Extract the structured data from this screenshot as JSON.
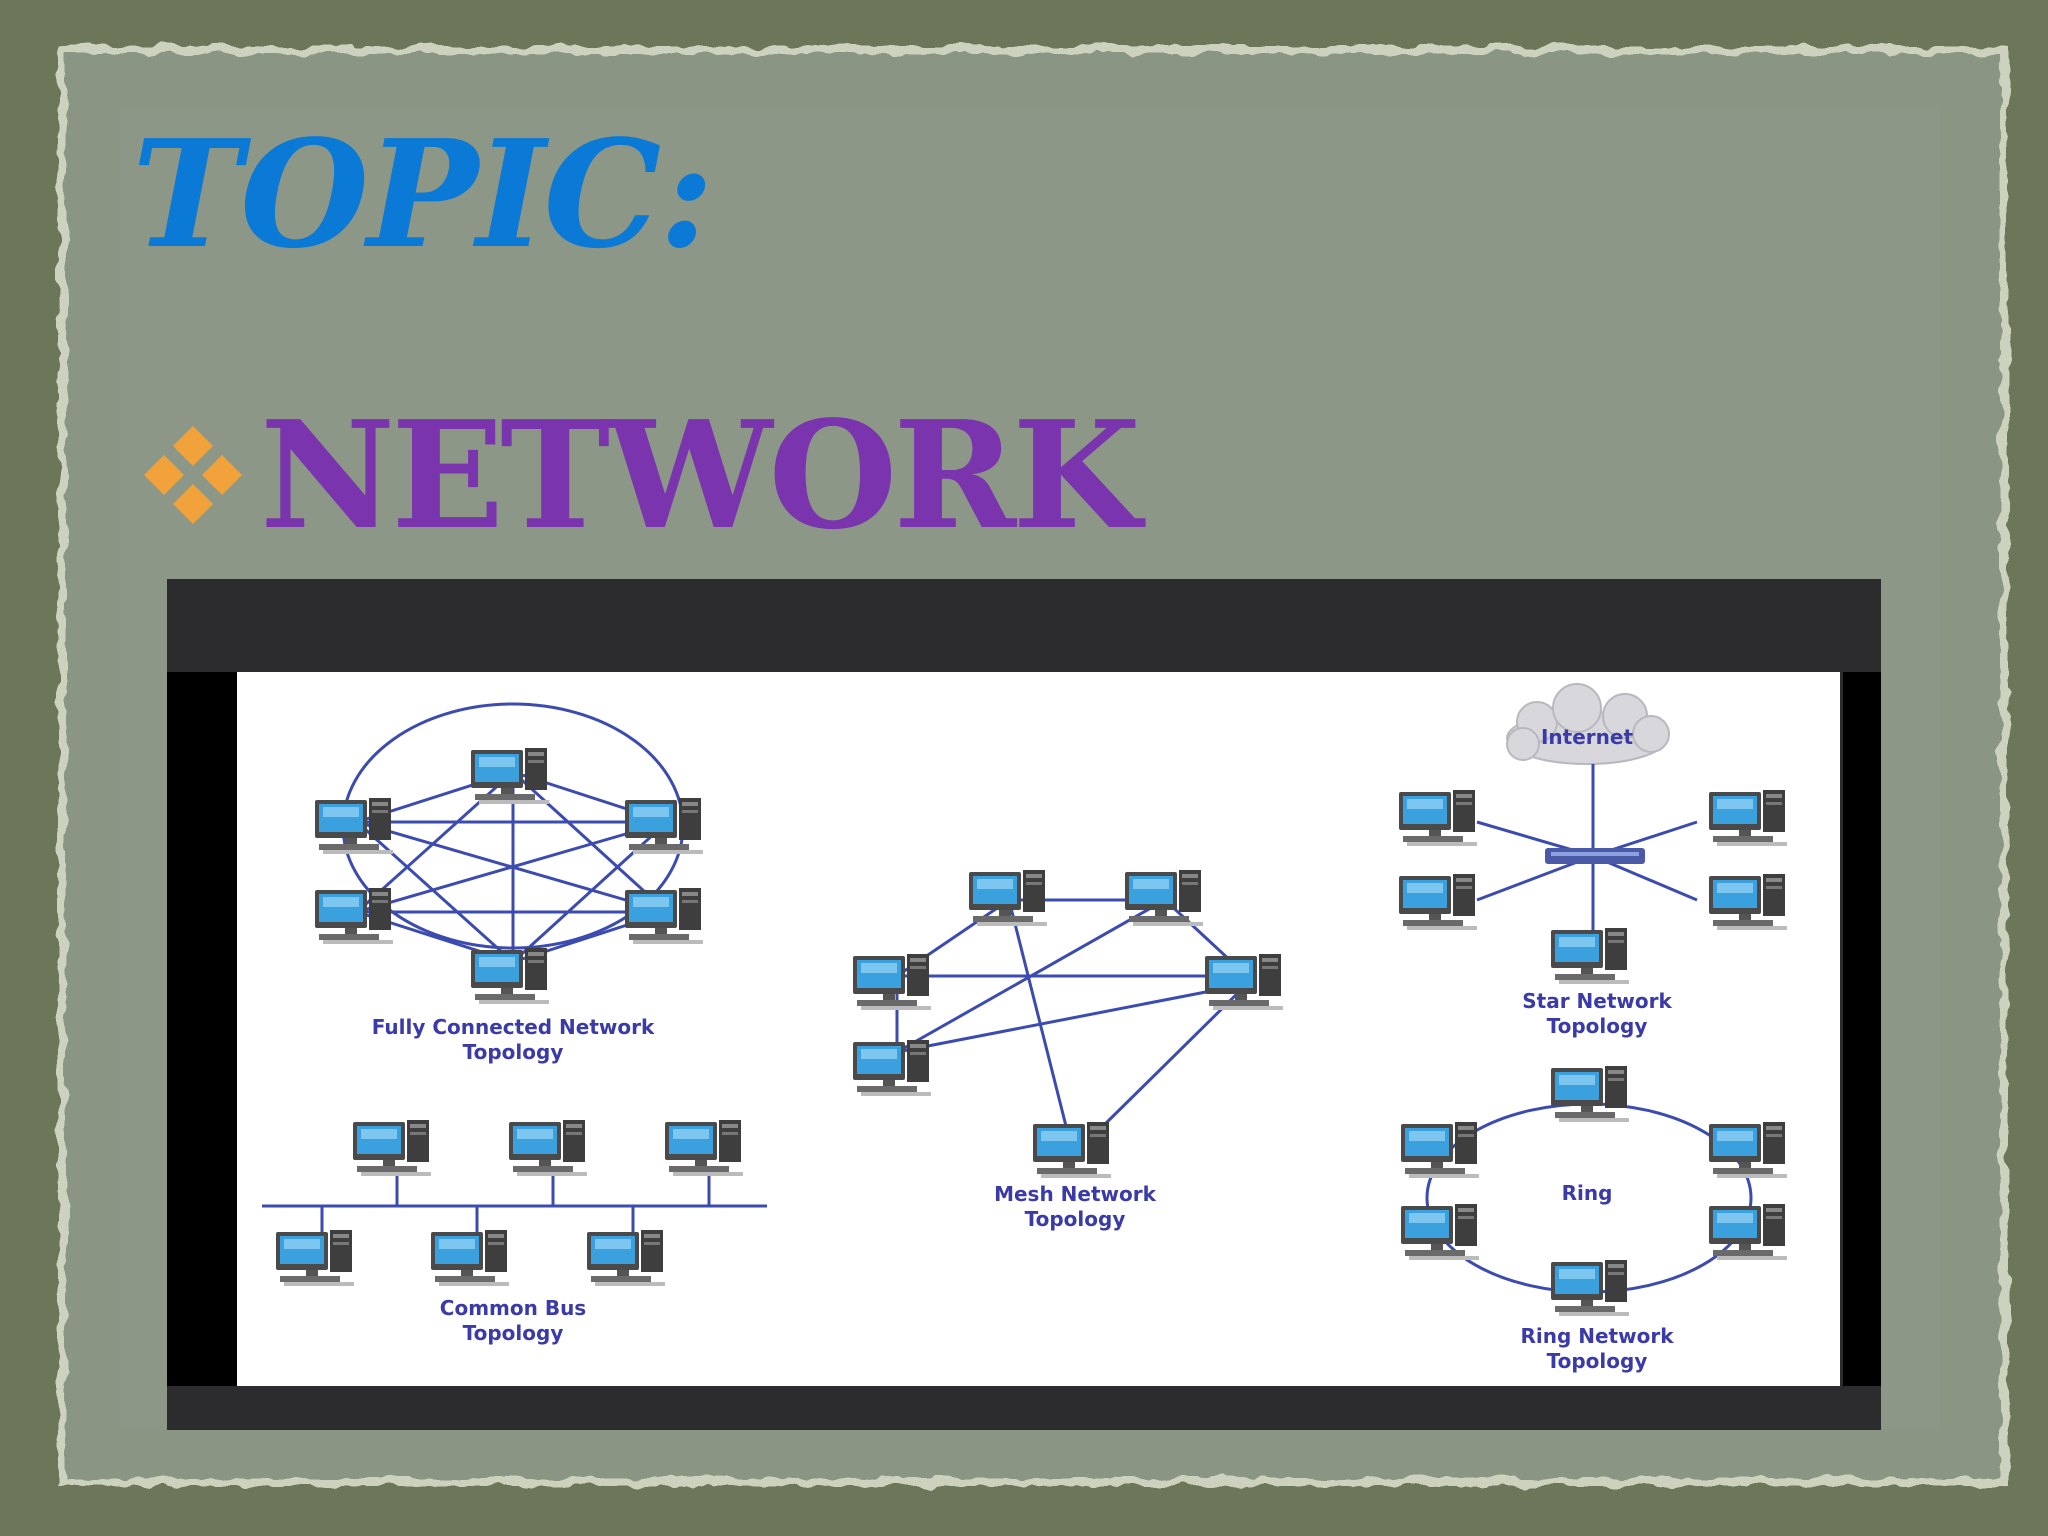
{
  "slide": {
    "title": "TOPIC:",
    "bullet_text": "NETWORK",
    "colors": {
      "title": "#0a7ad6",
      "bullet_text": "#7a34ad",
      "bullet_icon": "#f2a23a",
      "diagram_line": "#3b4bb0",
      "label": "#3a3aa8"
    },
    "bullet_icon": "four-diamond-bullet-icon"
  },
  "diagram": {
    "internet_label": "Internet",
    "ring_center_label": "Ring",
    "labels": {
      "fully_line1": "Fully Connected Network",
      "fully_line2": "Topology",
      "mesh_line1": "Mesh Network",
      "mesh_line2": "Topology",
      "star_line1": "Star Network",
      "star_line2": "Topology",
      "bus_line1": "Common Bus",
      "bus_line2": "Topology",
      "ring_line1": "Ring Network",
      "ring_line2": "Topology"
    }
  }
}
